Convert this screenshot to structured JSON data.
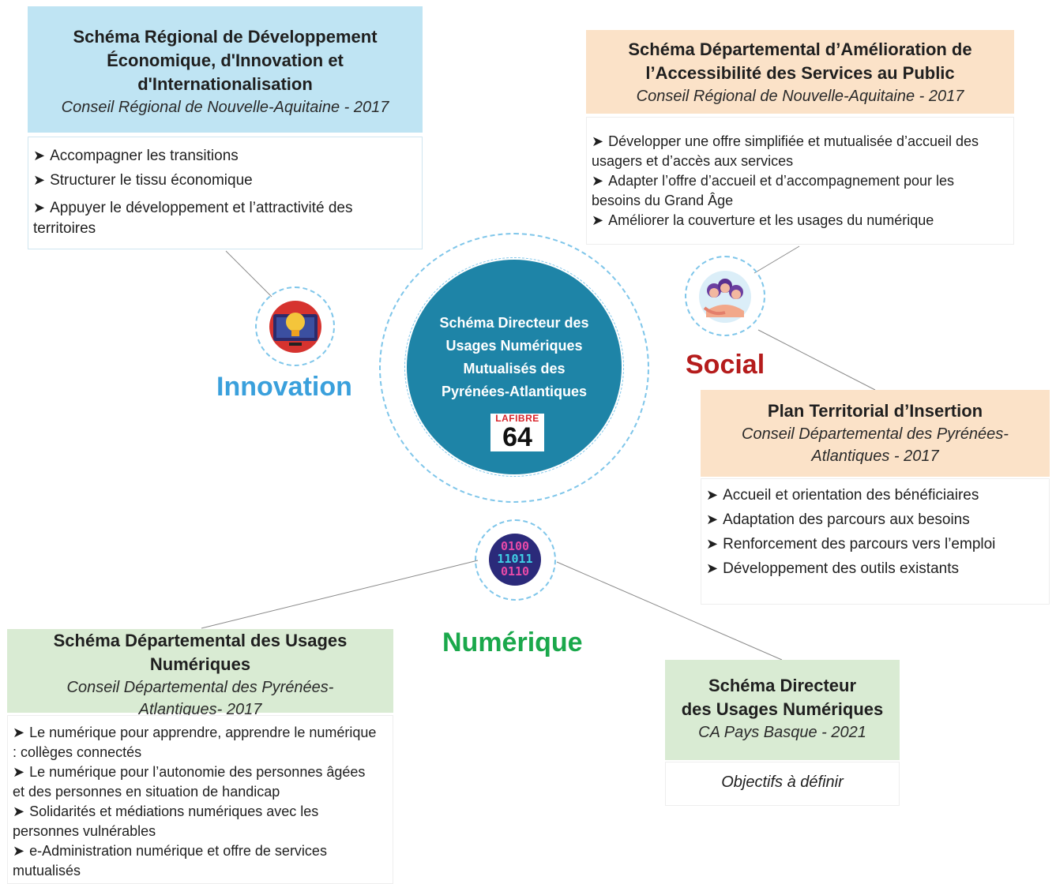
{
  "center": {
    "lines": [
      "Schéma Directeur des",
      "Usages Numériques",
      "Mutualisés des",
      "Pyrénées-Atlantiques"
    ],
    "logo_top": "LAFIBRE",
    "logo_num": "64"
  },
  "categories": {
    "innovation": "Innovation",
    "social": "Social",
    "numerique": "Numérique"
  },
  "colors": {
    "innovation": "#3aa0dc",
    "social": "#b51c1c",
    "numerique": "#1aa84b",
    "center": "#1e84a7"
  },
  "icons": {
    "innovation": "lightbulb-screen-icon",
    "social": "family-icon",
    "numerique": "binary-code-icon"
  },
  "boxes": {
    "sradd": {
      "title_lines": [
        "Schéma Régional de Développement",
        "Économique, d'Innovation et",
        "d'Internationalisation"
      ],
      "subtitle": "Conseil Régional de Nouvelle-Aquitaine - 2017",
      "items": [
        "Accompagner les transitions",
        "Structurer le tissu économique",
        "Appuyer le développement et l’attractivité des territoires"
      ]
    },
    "sdaasp": {
      "title_lines": [
        "Schéma Départemental d’Amélioration de",
        "l’Accessibilité des Services au Public"
      ],
      "subtitle": "Conseil Régional de Nouvelle-Aquitaine - 2017",
      "items": [
        "Développer une offre simplifiée et mutualisée d’accueil des usagers et d’accès aux services",
        "Adapter l’offre d’accueil et d’accompagnement pour les besoins du Grand Âge",
        "Améliorer la couverture et les usages du numérique"
      ]
    },
    "pti": {
      "title_lines": [
        "Plan Territorial d’Insertion"
      ],
      "subtitle_lines": [
        "Conseil Départemental des Pyrénées-",
        "Atlantiques - 2017"
      ],
      "items": [
        "Accueil et orientation des bénéficiaires",
        "Adaptation des parcours aux besoins",
        "Renforcement des parcours vers l’emploi",
        "Développement des outils existants"
      ]
    },
    "sdun": {
      "title_lines": [
        "Schéma Départemental des Usages",
        "Numériques"
      ],
      "subtitle_lines": [
        "Conseil Départemental des Pyrénées-",
        "Atlantiques- 2017"
      ],
      "items": [
        "Le numérique pour apprendre, apprendre le numérique : collèges connectés",
        "Le numérique pour l’autonomie des personnes âgées et des personnes en situation de handicap",
        "Solidarités et médiations numériques avec les personnes vulnérables",
        "e-Administration numérique et offre de services mutualisés"
      ]
    },
    "sdunpb": {
      "title_lines": [
        "Schéma Directeur",
        "des Usages Numériques"
      ],
      "subtitle": "CA Pays Basque - 2021",
      "body": "Objectifs à définir"
    }
  }
}
